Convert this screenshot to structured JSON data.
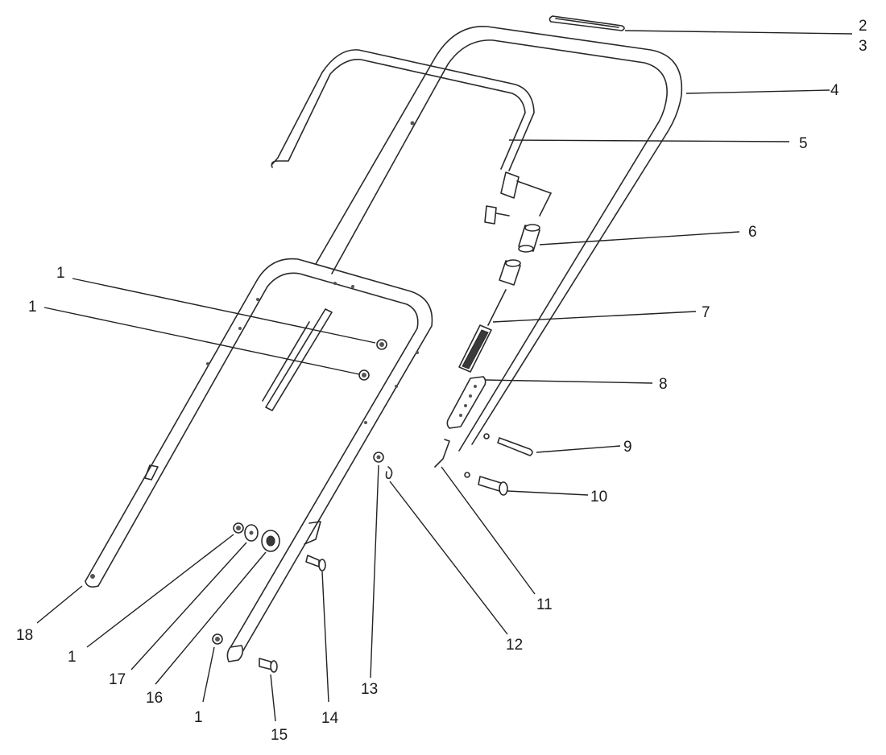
{
  "callouts": [
    {
      "id": "c2",
      "label": "2"
    },
    {
      "id": "c3",
      "label": "3"
    },
    {
      "id": "c4",
      "label": "4"
    },
    {
      "id": "c5",
      "label": "5"
    },
    {
      "id": "c6",
      "label": "6"
    },
    {
      "id": "c7",
      "label": "7"
    },
    {
      "id": "c8",
      "label": "8"
    },
    {
      "id": "c9",
      "label": "9"
    },
    {
      "id": "c10",
      "label": "10"
    },
    {
      "id": "c11",
      "label": "11"
    },
    {
      "id": "c12",
      "label": "12"
    },
    {
      "id": "c13",
      "label": "13"
    },
    {
      "id": "c14",
      "label": "14"
    },
    {
      "id": "c15",
      "label": "15"
    },
    {
      "id": "c16",
      "label": "16"
    },
    {
      "id": "c17",
      "label": "17"
    },
    {
      "id": "c18",
      "label": "18"
    },
    {
      "id": "c1a",
      "label": "1"
    },
    {
      "id": "c1b",
      "label": "1"
    },
    {
      "id": "c1c",
      "label": "1"
    },
    {
      "id": "c1d",
      "label": "1"
    }
  ]
}
